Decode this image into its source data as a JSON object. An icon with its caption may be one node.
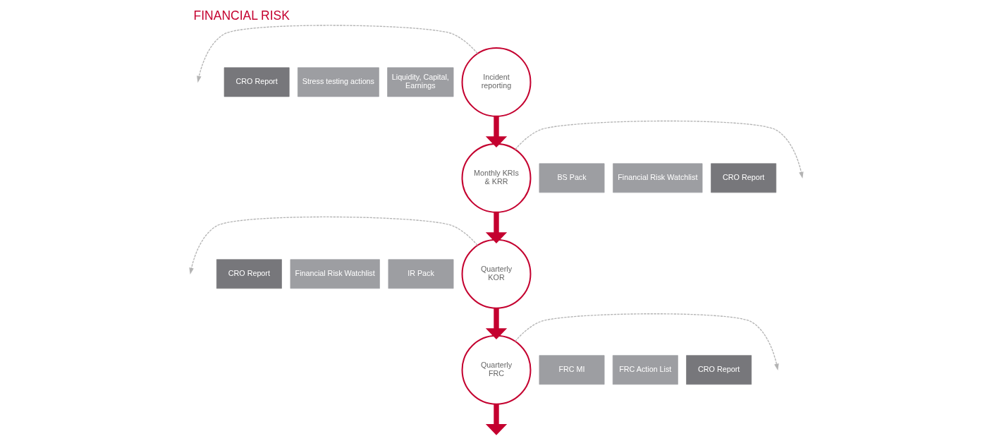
{
  "diagram": {
    "title": "FINANCIAL RISK",
    "nodes": [
      {
        "text": [
          "CRO Report"
        ]
      },
      {
        "text": [
          "Stress testing actions"
        ]
      },
      {
        "text": [
          "Liquidity, Capital, Earnings"
        ]
      },
      {
        "text": [
          "Incident reporting"
        ]
      },
      {
        "text": [
          "Monthly KRIs & KRR"
        ]
      },
      {
        "text": [
          "BS Pack"
        ]
      },
      {
        "text": [
          "Financial Risk Watchlist"
        ]
      },
      {
        "text": [
          "CRO Report"
        ]
      },
      {
        "text": [
          "CRO Report"
        ]
      },
      {
        "text": [
          "Financial Risk Watchlist"
        ]
      },
      {
        "text": [
          "IR Pack"
        ]
      },
      {
        "text": [
          "Quarterly KOR"
        ]
      },
      {
        "text": [
          "Quarterly FRC"
        ]
      },
      {
        "text": [
          "FRC MI"
        ]
      },
      {
        "text": [
          "FRC Action List"
        ]
      },
      {
        "text": [
          "CRO Report"
        ]
      }
    ],
    "edges": [
      {
        "from": 3,
        "to": 4,
        "arrow": "to",
        "style": "thick",
        "color": "#c4002f"
      },
      {
        "from": 4,
        "to": 11,
        "arrow": "to",
        "style": "thick",
        "color": "#c4002f"
      },
      {
        "from": 11,
        "to": 12,
        "arrow": "to",
        "style": "thick",
        "color": "#c4002f"
      },
      {
        "from": 3,
        "to": null,
        "arrow": "to",
        "style": "dashed",
        "color": "#b4b4b4"
      },
      {
        "from": 4,
        "to": null,
        "arrow": "to",
        "style": "dashed",
        "color": "#b4b4b4"
      },
      {
        "from": 11,
        "to": null,
        "arrow": "to",
        "style": "dashed",
        "color": "#b4b4b4"
      },
      {
        "from": 12,
        "to": null,
        "arrow": "to",
        "style": "dashed",
        "color": "#b4b4b4"
      },
      {
        "from": 12,
        "to": null,
        "arrow": "to",
        "style": "thick",
        "color": "#c4002f"
      }
    ]
  }
}
